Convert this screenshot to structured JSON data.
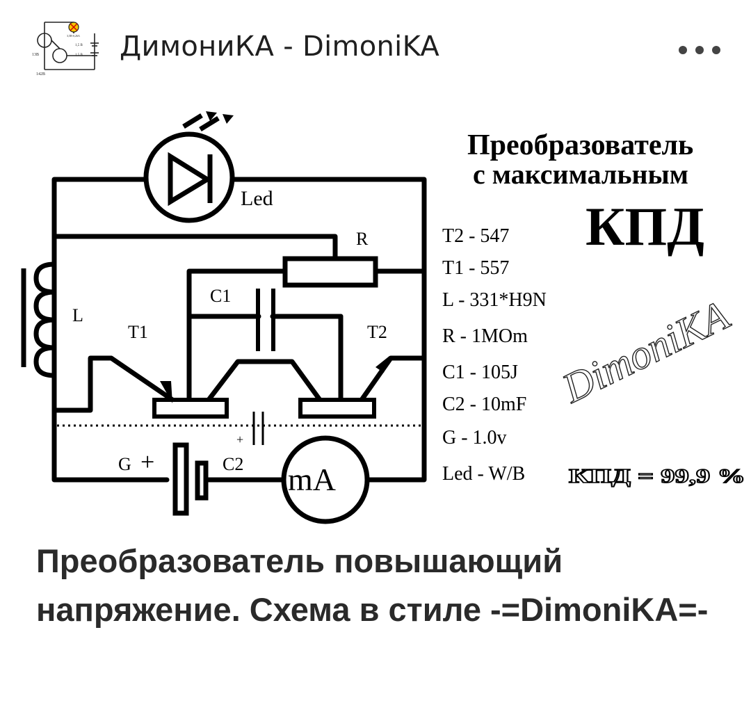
{
  "header": {
    "channel_name": "ДимониКА - DimoniKA",
    "avatar_labels": [
      "3,5В-0,26А",
      "1,5 В",
      "1,5 В",
      "13B",
      "142B"
    ],
    "more_icon": "more-horizontal-icon"
  },
  "schematic": {
    "title_line1": "Преобразователь",
    "title_line2": "с максимальным",
    "title_big": "КПД",
    "labels": {
      "led": "Led",
      "r": "R",
      "l": "L",
      "c1": "C1",
      "t1": "T1",
      "t2": "T2",
      "g": "G",
      "plus": "+",
      "c2": "C2",
      "ma": "mA"
    },
    "components": [
      "T2 - 547",
      "T1 - 557",
      "L - 331*H9N",
      "R - 1MOm",
      "C1 - 105J",
      "C2 - 10mF",
      "G - 1.0v",
      "Led - W/B"
    ],
    "watermark": "DimoniKA",
    "efficiency": "КПД = 99,9 %"
  },
  "post": {
    "title": "Преобразователь повышающий напряжение. Схема в стиле -=DimoniKA=-"
  }
}
